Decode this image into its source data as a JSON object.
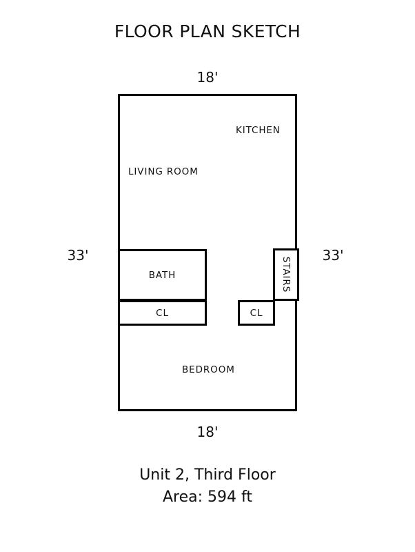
{
  "title": "FLOOR PLAN SKETCH",
  "dimensions": {
    "top": "18'",
    "bottom": "18'",
    "left": "33'",
    "right": "33'"
  },
  "rooms": {
    "kitchen": "KITCHEN",
    "living_room": "LIVING ROOM",
    "bedroom": "BEDROOM",
    "bath": "BATH",
    "closet_bath": "CL",
    "closet_hall": "CL",
    "stairs": "STAIRS"
  },
  "caption": {
    "line1": "Unit 2, Third Floor",
    "line2": "Area: 594 ft"
  },
  "colors": {
    "ink": "#111111",
    "wall": "#000000",
    "background": "#ffffff"
  },
  "chart_data": {
    "type": "table",
    "title": "FLOOR PLAN SKETCH",
    "xlabel": "18'",
    "ylabel": "33'",
    "categories": [
      "KITCHEN",
      "LIVING ROOM",
      "BEDROOM",
      "BATH",
      "CL",
      "CL",
      "STAIRS"
    ],
    "values": [
      null,
      null,
      null,
      null,
      null,
      null,
      null
    ],
    "annotations": [
      "18'",
      "33'",
      "33'",
      "18'",
      "Unit 2, Third Floor",
      "Area: 594 ft"
    ],
    "grid": false
  }
}
